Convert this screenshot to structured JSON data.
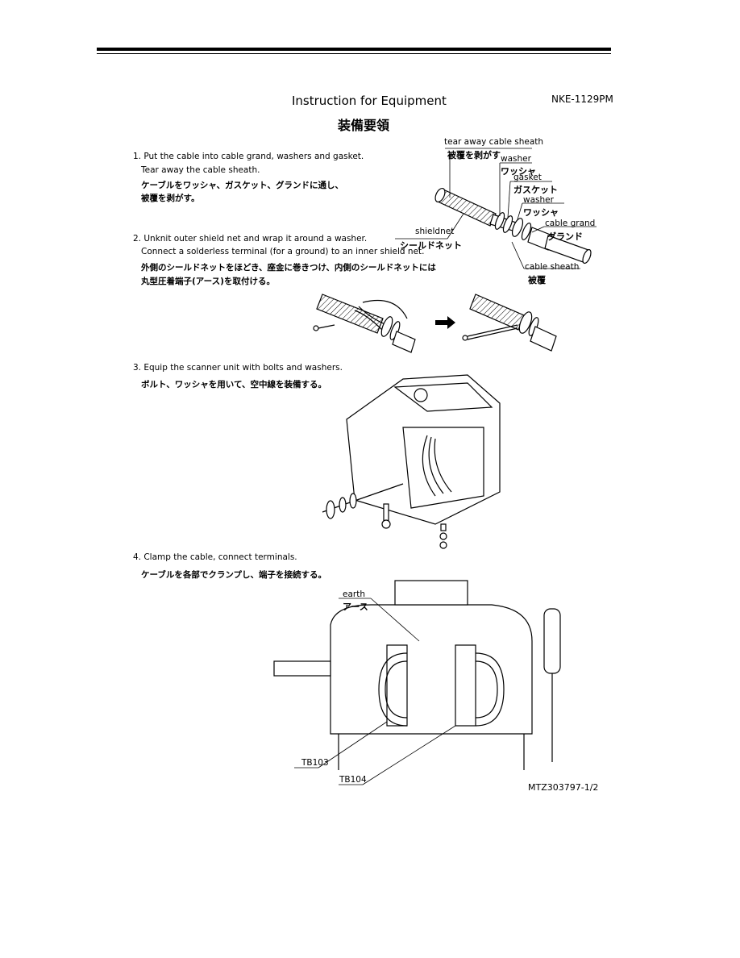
{
  "header": {
    "title": "Instruction for Equipment",
    "title_jp": "装備要領",
    "doc_number": "NKE-1129PM"
  },
  "steps": [
    {
      "line1": "1. Put the cable into cable grand, washers and gasket.",
      "line2": "Tear away the cable sheath.",
      "jp1": "ケーブルをワッシャ、ガスケット、グランドに通し、",
      "jp2": "被覆を剥がす。"
    },
    {
      "line1": "2. Unknit outer shield net and wrap it around a washer.",
      "line2": "Connect a solderless terminal (for a ground) to an inner shield net.",
      "jp1": "外側のシールドネットをほどき、座金に巻きつけ、内側のシールドネットには",
      "jp2": "丸型圧着端子(アース)を取付ける。"
    },
    {
      "line1": "3. Equip the scanner unit with bolts and washers.",
      "jp1": "ボルト、ワッシャを用いて、空中線を装備する。"
    },
    {
      "line1": "4. Clamp the cable, connect terminals.",
      "jp1": "ケーブルを各部でクランプし、端子を接続する。"
    }
  ],
  "labels": {
    "tear_away": "tear away cable sheath",
    "tear_away_jp": "被覆を剥がす",
    "washer1": "washer",
    "washer1_jp": "ワッシャ",
    "gasket": "gasket",
    "gasket_jp": "ガスケット",
    "washer2": "washer",
    "washer2_jp": "ワッシャ",
    "cable_grand": "cable grand",
    "cable_grand_jp": "グランド",
    "cable_sheath": "cable sheath",
    "cable_sheath_jp": "被覆",
    "shieldnet": "shieldnet",
    "shieldnet_jp": "シールドネット",
    "earth": "earth",
    "earth_jp": "アース",
    "tb103": "TB103",
    "tb104": "TB104"
  },
  "footer": {
    "drawing_number": "MTZ303797-1/2"
  }
}
